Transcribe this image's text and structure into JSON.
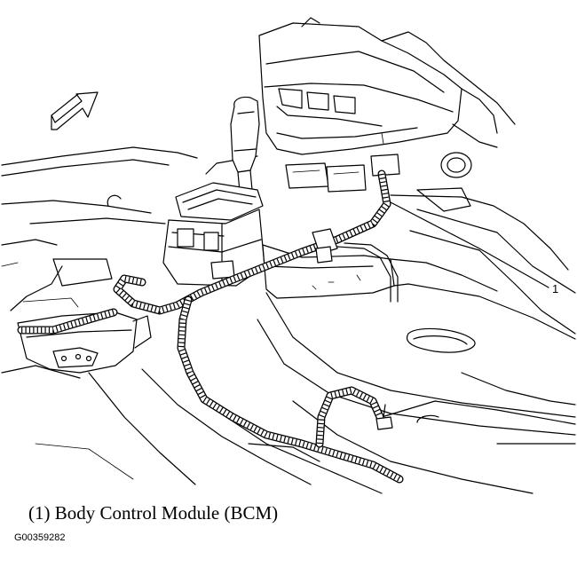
{
  "diagram": {
    "callout_number": "1",
    "caption": "(1) Body Control Module (BCM)",
    "figure_id": "G00359282"
  },
  "icons": {
    "direction_arrow": "forward-direction-arrow-icon"
  },
  "colors": {
    "line": "#000000",
    "background": "#ffffff"
  }
}
